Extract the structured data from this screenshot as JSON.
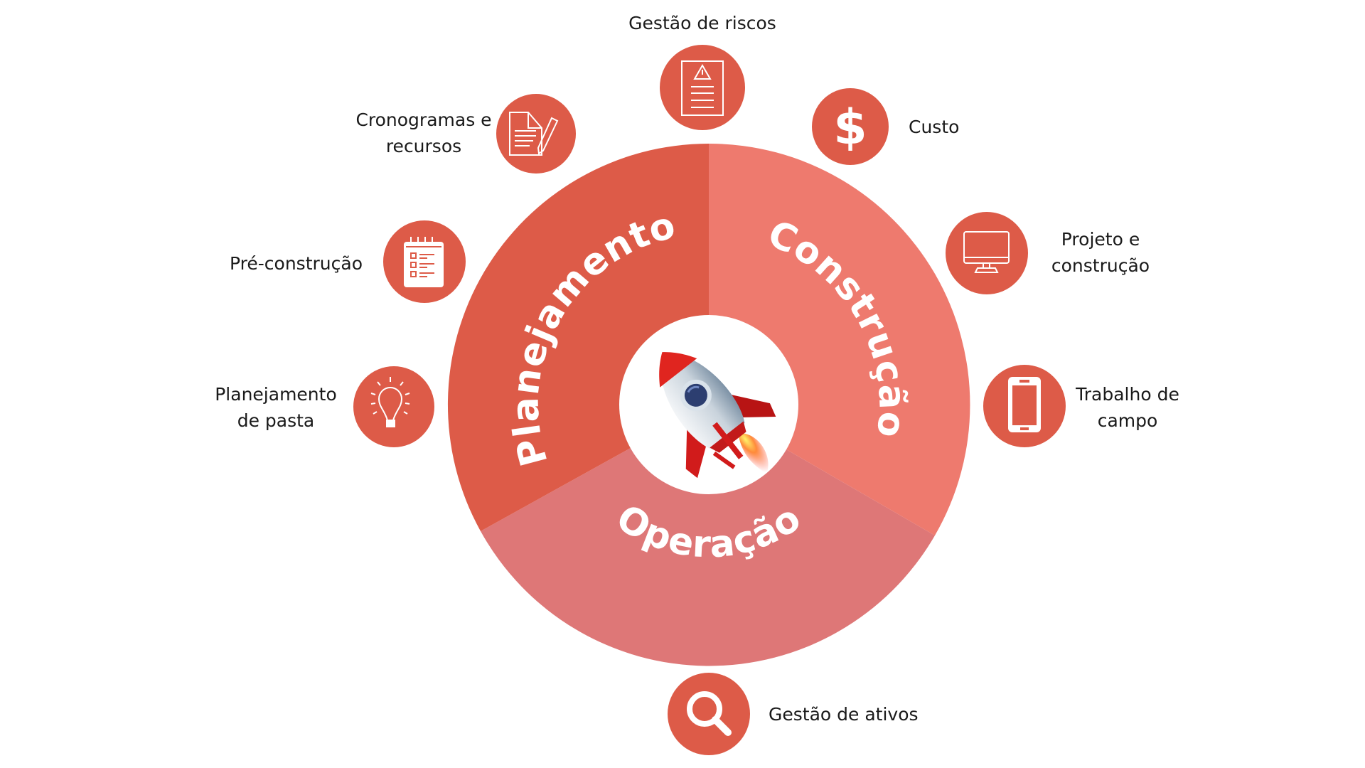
{
  "colors": {
    "planejamento": "#DD5B48",
    "construcao": "#EE7A6E",
    "operacao": "#DE7777",
    "icon_circle": "#DD5B48"
  },
  "segments": [
    {
      "label": "Planejamento"
    },
    {
      "label": "Construção"
    },
    {
      "label": "Operação"
    }
  ],
  "center_icon": "rocket-icon",
  "items": {
    "gestao_riscos": {
      "label": "Gestão de riscos",
      "icon": "risk-document-icon"
    },
    "cronogramas": {
      "line1": "Cronogramas e",
      "line2": "recursos",
      "icon": "document-pencil-icon"
    },
    "custo": {
      "label": "Custo",
      "icon": "dollar-icon"
    },
    "pre_construcao": {
      "label": "Pré-construção",
      "icon": "checklist-icon"
    },
    "projeto": {
      "line1": "Projeto e",
      "line2": "construção",
      "icon": "monitor-icon"
    },
    "planejamento_pasta": {
      "line1": "Planejamento",
      "line2": "de pasta",
      "icon": "lightbulb-icon"
    },
    "trabalho_campo": {
      "line1": "Trabalho de",
      "line2": "campo",
      "icon": "smartphone-icon"
    },
    "gestao_ativos": {
      "label": "Gestão de ativos",
      "icon": "search-icon"
    }
  }
}
